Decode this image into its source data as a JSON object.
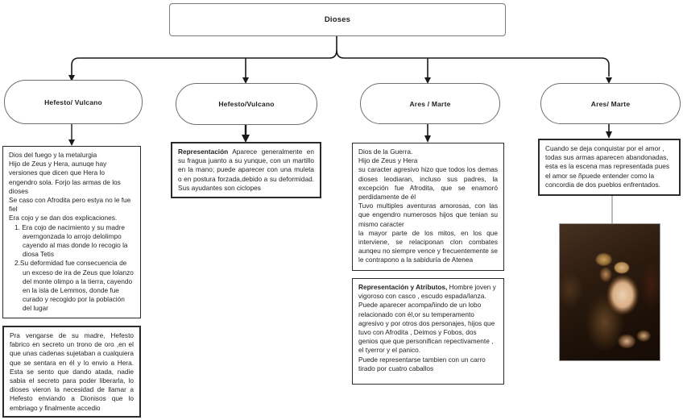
{
  "root": {
    "label": "Dioses"
  },
  "branches": [
    {
      "label": "Hefesto/ Vulcano"
    },
    {
      "label": "Hefesto/Vulcano"
    },
    {
      "label": "Ares / Marte"
    },
    {
      "label": "Ares/ Marte"
    }
  ],
  "hefesto_info": {
    "p1": "Dios del fuego y la metalurgia",
    "p2": "Hijo de Zeus y Hera, aunuqe hay versiones que dicen que Hera lo engendro sola. Forjo las armas de los dioses",
    "p3": "Se caso con Afrodita pero estya no le fue fiel",
    "p4": "Era cojo y se dan dos explicaciones.",
    "item1": "1. Era cojo de nacimiento y su madre averngonzada lo arrojo delolimpo cayendo al mas donde lo recogio la diosa Tetis",
    "item2": "2.Su deformidad fue consecuencia de un exceso de ira de Zeus que lolanzo del monte olimpo a la tierra, cayendo en la isla de Lemmos, donde fue curado y recogido por la población del lugar"
  },
  "hefesto_trono": "Pra vengarse de su madre, Hefesto fabrico en secreto un trono de oro ,en el que unas cadenas sujetaban a cualquiera que se sentara en él  y lo envio a Hera. Esta se sento que dando atada, nadie sabia el secreto para poder liberarla, lo dioses vieron la necesidad de llamar a Hefesto enviando a Dionisos que lo embriago y finalmente accedio",
  "hefesto_representacion": {
    "lead": "Representación",
    "body": " Aparece generalmente en su fragua juanto a su yunque, con un martillo en la mano; puede aparecer con una muleta o en postura forzada,debido a su deformidad. Sus ayudantes son ciclopes"
  },
  "ares_info": {
    "p1": "Dios de la Guerra.",
    "p2": "Hijo de Zeus y Hera",
    "p3": "su caracter agresivo hizo que todos los demas dioses leodiaran, incluso sus padres, la excepción fue Afrodita, que se enamoró perdidamente de él",
    "p4": "Tuvo multiples aventuras amorosas, con las que engendro numerosos hijos que tenian su mismo caracter",
    "p5": "la mayor parte de los mitos, en los que interviene, se relaciponan clon combates aunqeu no siempre vence y frecuentemente se le contrapono a la sabiduría de Atenea"
  },
  "ares_representacion": {
    "lead": "Representación y Atributos,",
    "body": " Hombre joven y vigoroso con casco , escudo espada/lanza.",
    "p2": "Puede aparecer acompañindo de un lobo relacionado con él,or su temperamento agresivo y por otros dos personajes, hijos que tuvo con Afrodita , Deimos y Fobos, dos genios que que personifican repectivamente , el tyerror y el panico.",
    "p3": "Puede representarse tambien con un carro tirado por cuatro caballos"
  },
  "ares_amor": "Cuando se deja conquistar por el amor , todas sus armas aparecen abandonadas, esta es la escena mas representada pues el amor se ñpuede entender como la concordia de dos pueblos enfrentados.",
  "painting": {
    "name": "mars-venus-painting",
    "palette": [
      "#2e1d10",
      "#d9ae85",
      "#caa35c",
      "#5a2314"
    ]
  },
  "colors": {
    "connector_line": "#1a1a1a",
    "box_border_dark": "#2b2b2b",
    "node_border_gray": "#6e6e6e",
    "background": "#ffffff"
  }
}
